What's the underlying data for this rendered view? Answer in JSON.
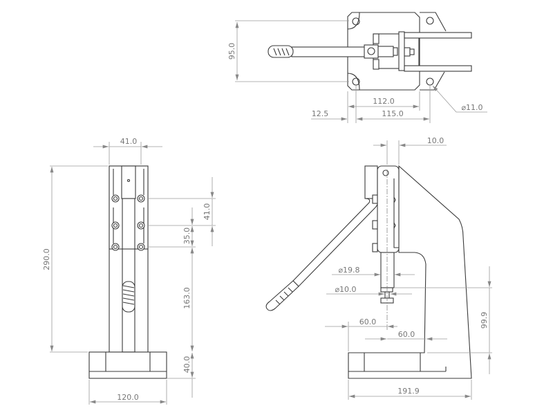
{
  "colors": {
    "outline": "#3a3a3a",
    "dimension": "#9a9a9a",
    "text": "#777777"
  },
  "top_view": {
    "dims": {
      "height": "95.0",
      "hole_spacing_inner": "112.0",
      "hole_spacing_outer": "115.0",
      "offset": "12.5",
      "hole_diameter": "⌀11.0"
    }
  },
  "front_view": {
    "dims": {
      "top_width": "41.0",
      "total_height": "290.0",
      "upper_spacing": "41.0",
      "middle_spacing": "35.0",
      "column_height": "163.0",
      "base_height": "40.0",
      "base_width": "120.0"
    }
  },
  "side_view": {
    "dims": {
      "ram_offset": "10.0",
      "ram_diameter": "⌀19.8",
      "tip_diameter": "⌀10.0",
      "throat_left": "60.0",
      "throat_right": "60.0",
      "daylight": "99.9",
      "base_length": "191.9"
    }
  }
}
